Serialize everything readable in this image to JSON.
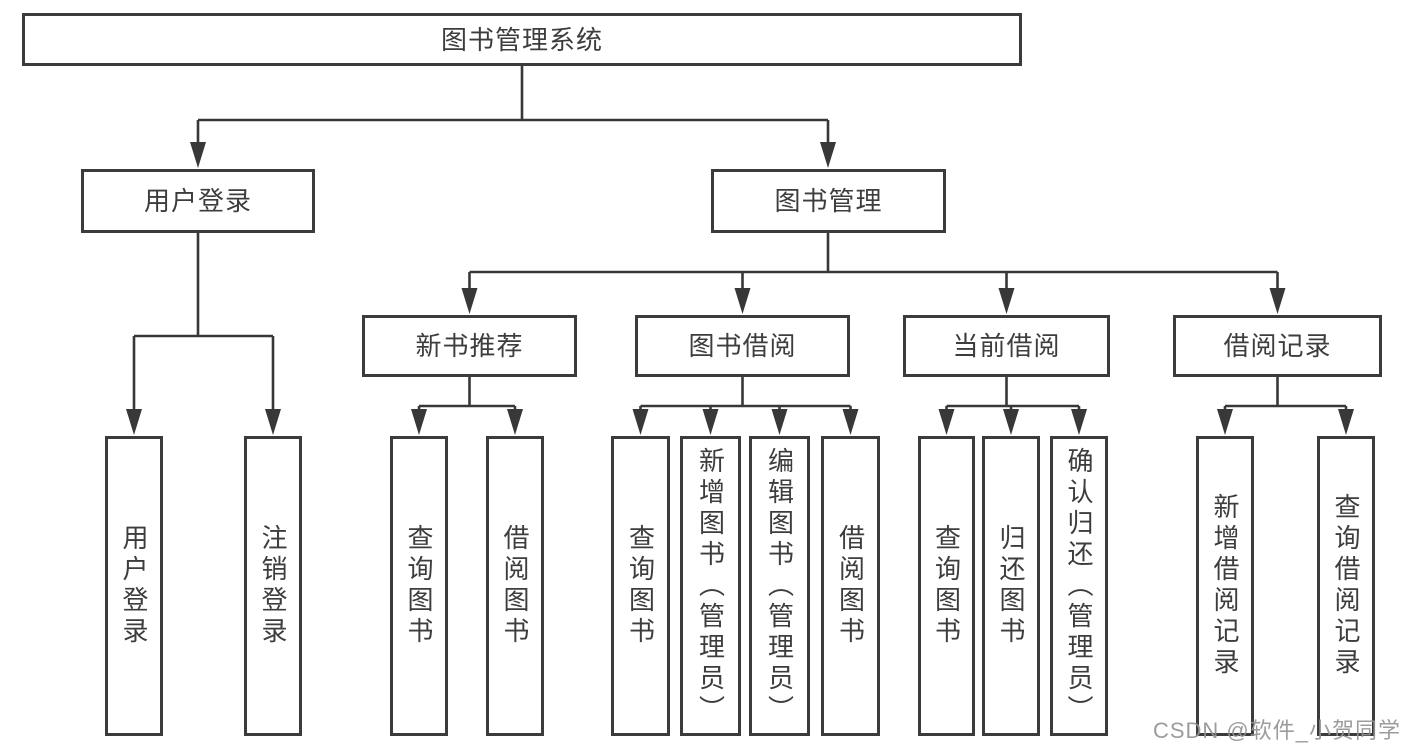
{
  "colors": {
    "line": "#383838",
    "box_border": "#3b3b3b",
    "text": "#3d3d3d",
    "background": "#ffffff",
    "watermark": "#949494"
  },
  "diagram": {
    "root": {
      "label": "图书管理系统"
    },
    "branches": [
      {
        "label": "用户登录",
        "leaves": [
          "用户登录",
          "注销登录"
        ]
      },
      {
        "label": "图书管理",
        "groups": [
          {
            "label": "新书推荐",
            "leaves": [
              "查询图书",
              "借阅图书"
            ]
          },
          {
            "label": "图书借阅",
            "leaves": [
              "查询图书",
              "新增图书（管理员）",
              "编辑图书（管理员）",
              "借阅图书"
            ]
          },
          {
            "label": "当前借阅",
            "leaves": [
              "查询图书",
              "归还图书",
              "确认归还（管理员）"
            ]
          },
          {
            "label": "借阅记录",
            "leaves": [
              "新增借阅记录",
              "查询借阅记录"
            ]
          }
        ]
      }
    ]
  },
  "watermark": {
    "text": "CSDN @软件_小贺同学"
  }
}
